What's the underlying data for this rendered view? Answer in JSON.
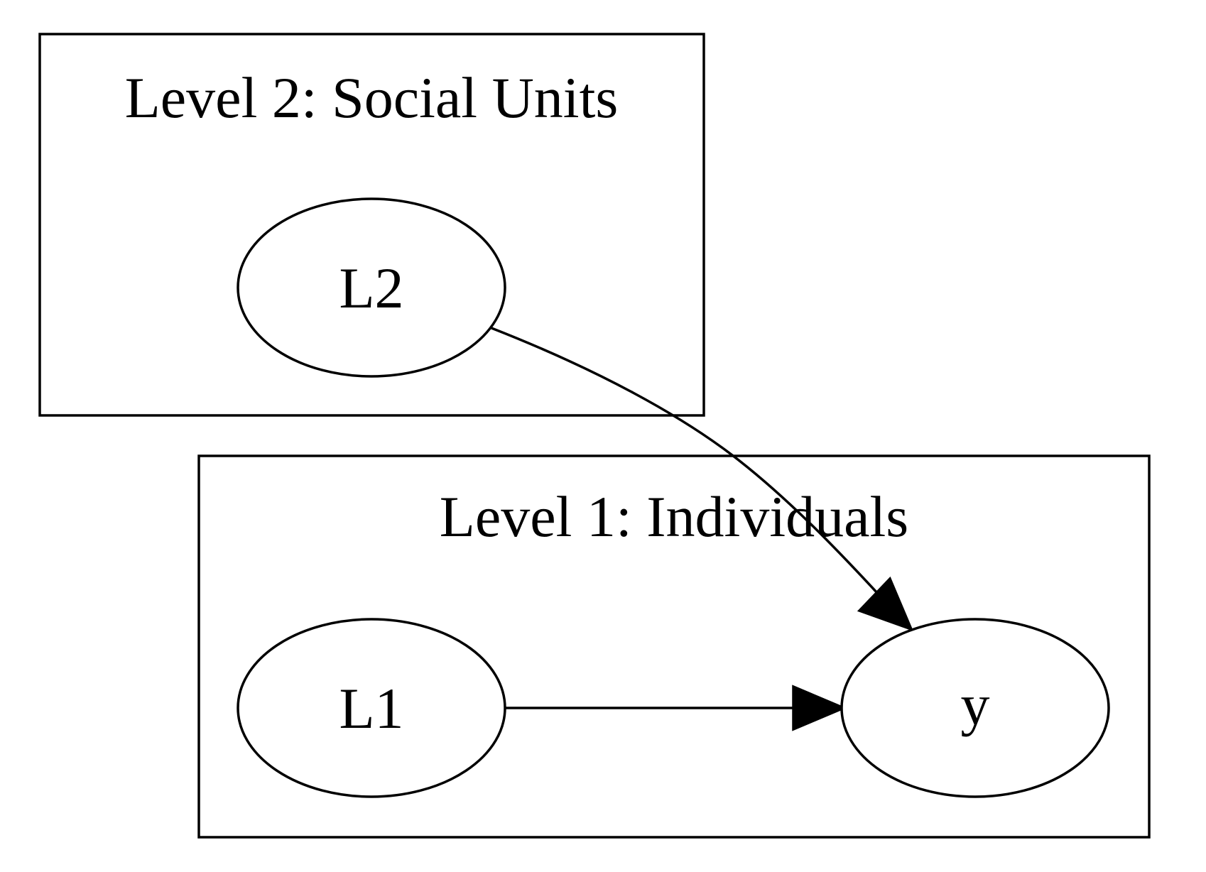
{
  "clusters": {
    "level2": {
      "label": "Level 2: Social Units"
    },
    "level1": {
      "label": "Level 1: Individuals"
    }
  },
  "nodes": {
    "l2": {
      "label": "L2"
    },
    "l1": {
      "label": "L1"
    },
    "y": {
      "label": "y"
    }
  },
  "edges": [
    {
      "from": "L2",
      "to": "y"
    },
    {
      "from": "L1",
      "to": "y"
    }
  ],
  "colors": {
    "stroke": "#000000",
    "background": "#ffffff"
  }
}
